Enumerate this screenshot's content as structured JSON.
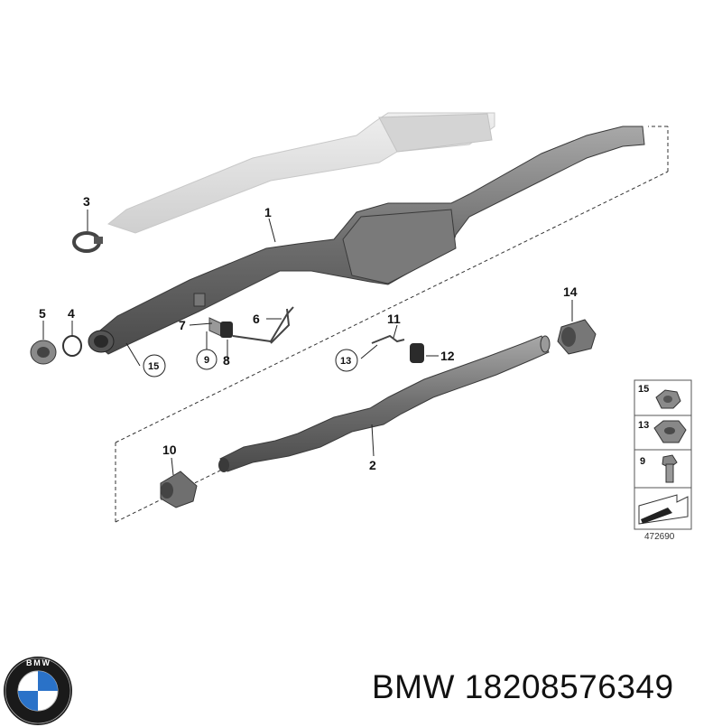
{
  "diagram": {
    "callouts": {
      "p1": "1",
      "p2": "2",
      "p3": "3",
      "p4": "4",
      "p5": "5",
      "p6": "6",
      "p7": "7",
      "p8": "8",
      "p9": "9",
      "p10": "10",
      "p11": "11",
      "p12": "12",
      "p13": "13",
      "p14": "14",
      "p15": "15"
    },
    "legend": {
      "item15": "15",
      "item13": "13",
      "item9": "9"
    },
    "reference_number": "472690"
  },
  "footer": {
    "logo_letters": "BMW",
    "brand": "BMW",
    "part_number": "18208576349"
  },
  "colors": {
    "pipe": "#6f6f6f",
    "pipe_light": "#9a9a9a",
    "ghost": "#dcdcdc"
  }
}
